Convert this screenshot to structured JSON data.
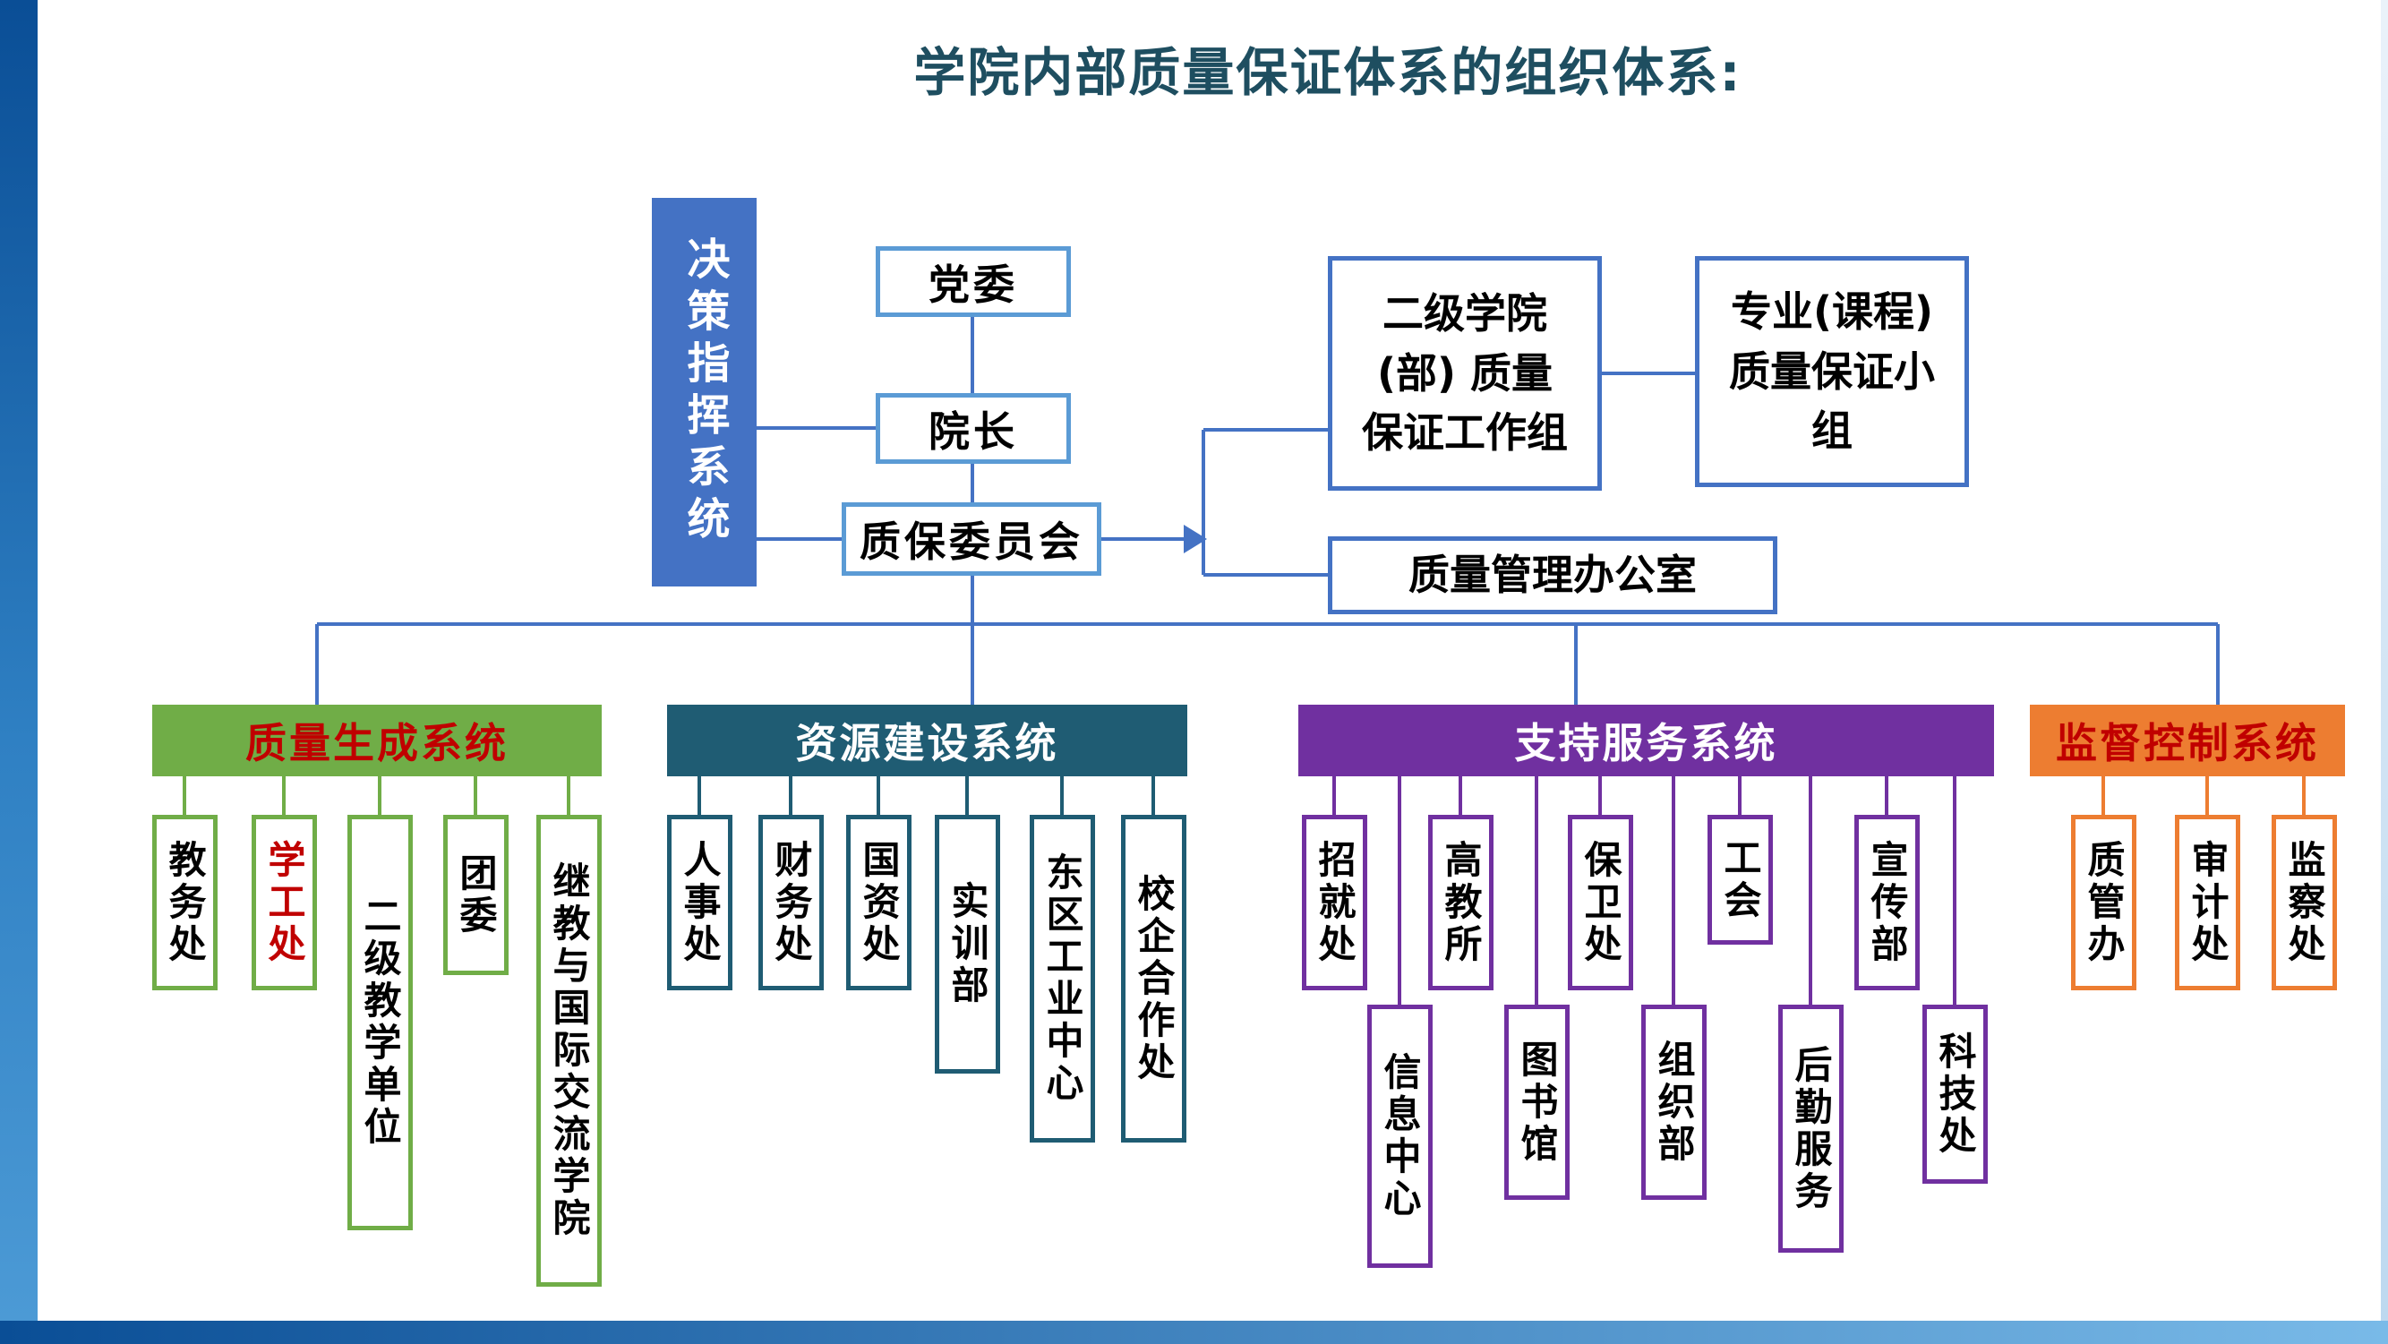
{
  "title": "学院内部质量保证体系的组织体系:",
  "decision_bar": {
    "label": "决策指挥系统"
  },
  "chain": {
    "party_committee": "党委",
    "president": "院长",
    "qa_committee": "质保委员会"
  },
  "work_groups": {
    "secondary_college_group": "二级学院\n(部) 质量\n保证工作组",
    "course_quality_group": "专业(课程)\n质量保证小\n组",
    "quality_management_office": "质量管理办公室"
  },
  "systems": [
    {
      "name": "质量生成系统",
      "color": "#70AD47",
      "title_color": "#C00000",
      "children": [
        {
          "label": "教务处"
        },
        {
          "label": "学工处",
          "highlight": true
        },
        {
          "label": "二级教学单位"
        },
        {
          "label": "团委"
        },
        {
          "label": "继教与国际交流学院"
        }
      ]
    },
    {
      "name": "资源建设系统",
      "color": "#1F5C73",
      "title_color": "#FFFFFF",
      "children": [
        {
          "label": "人事处"
        },
        {
          "label": "财务处"
        },
        {
          "label": "国资处"
        },
        {
          "label": "实训部"
        },
        {
          "label": "东区工业中心"
        },
        {
          "label": "校企合作处"
        }
      ]
    },
    {
      "name": "支持服务系统",
      "color": "#7030A0",
      "title_color": "#FFFFFF",
      "children_top": [
        {
          "label": "招就处"
        },
        {
          "label": "高教所"
        },
        {
          "label": "保卫处"
        },
        {
          "label": "工会"
        },
        {
          "label": "宣传部"
        }
      ],
      "children_bottom": [
        {
          "label": "信息中心"
        },
        {
          "label": "图书馆"
        },
        {
          "label": "组织部"
        },
        {
          "label": "后勤服务"
        },
        {
          "label": "科技处"
        }
      ]
    },
    {
      "name": "监督控制系统",
      "color": "#ED7D31",
      "title_color": "#C00000",
      "children": [
        {
          "label": "质管办"
        },
        {
          "label": "审计处"
        },
        {
          "label": "监察处"
        }
      ]
    }
  ],
  "colors": {
    "title_text": "#1E4E60",
    "connector_blue": "#4472C4",
    "chain_border": "#5B9BD5",
    "highlight_red": "#C00000",
    "decision_bar_fill": "#4472C4",
    "edge_dark_blue": "#0A4E96",
    "edge_light_blue": "#79BAE8"
  }
}
